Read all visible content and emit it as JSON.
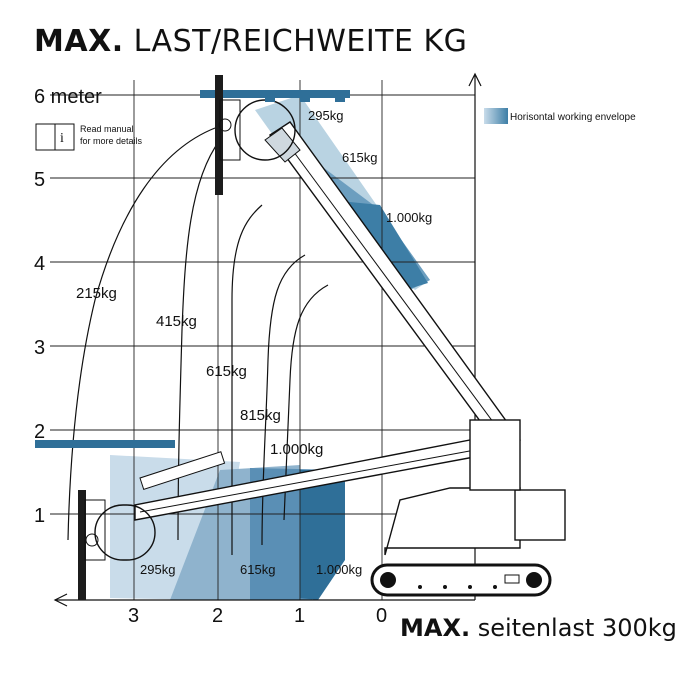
{
  "title": {
    "bold": "MAX.",
    "rest": "LAST/REICHWEITE KG"
  },
  "subtitle": {
    "bold": "MAX.",
    "rest": "seitenlast 300kg"
  },
  "manual_note": {
    "line1": "Read manual",
    "line2": "for more details",
    "icon": "info-icon"
  },
  "legend": {
    "label": "Horisontal working envelope",
    "color_light": "#b9d3e2",
    "color_dark": "#3d7ea6"
  },
  "axes": {
    "y_ticks": [
      "1",
      "2",
      "3",
      "4",
      "5",
      "6 meter"
    ],
    "x_ticks": [
      "3",
      "2",
      "1",
      "0"
    ]
  },
  "load_labels_upper": [
    "295kg",
    "615kg",
    "1.000kg"
  ],
  "load_labels_curves": [
    "215kg",
    "415kg",
    "615kg",
    "815kg",
    "1.000kg"
  ],
  "load_labels_lower": [
    "295kg",
    "615kg",
    "1.000kg"
  ],
  "colors": {
    "machine_dark": "#1c1c1c",
    "blue_dark": "#2f6f98",
    "blue_mid": "#6c9ebf",
    "blue_light": "#c9dcea",
    "grid": "#222222"
  }
}
